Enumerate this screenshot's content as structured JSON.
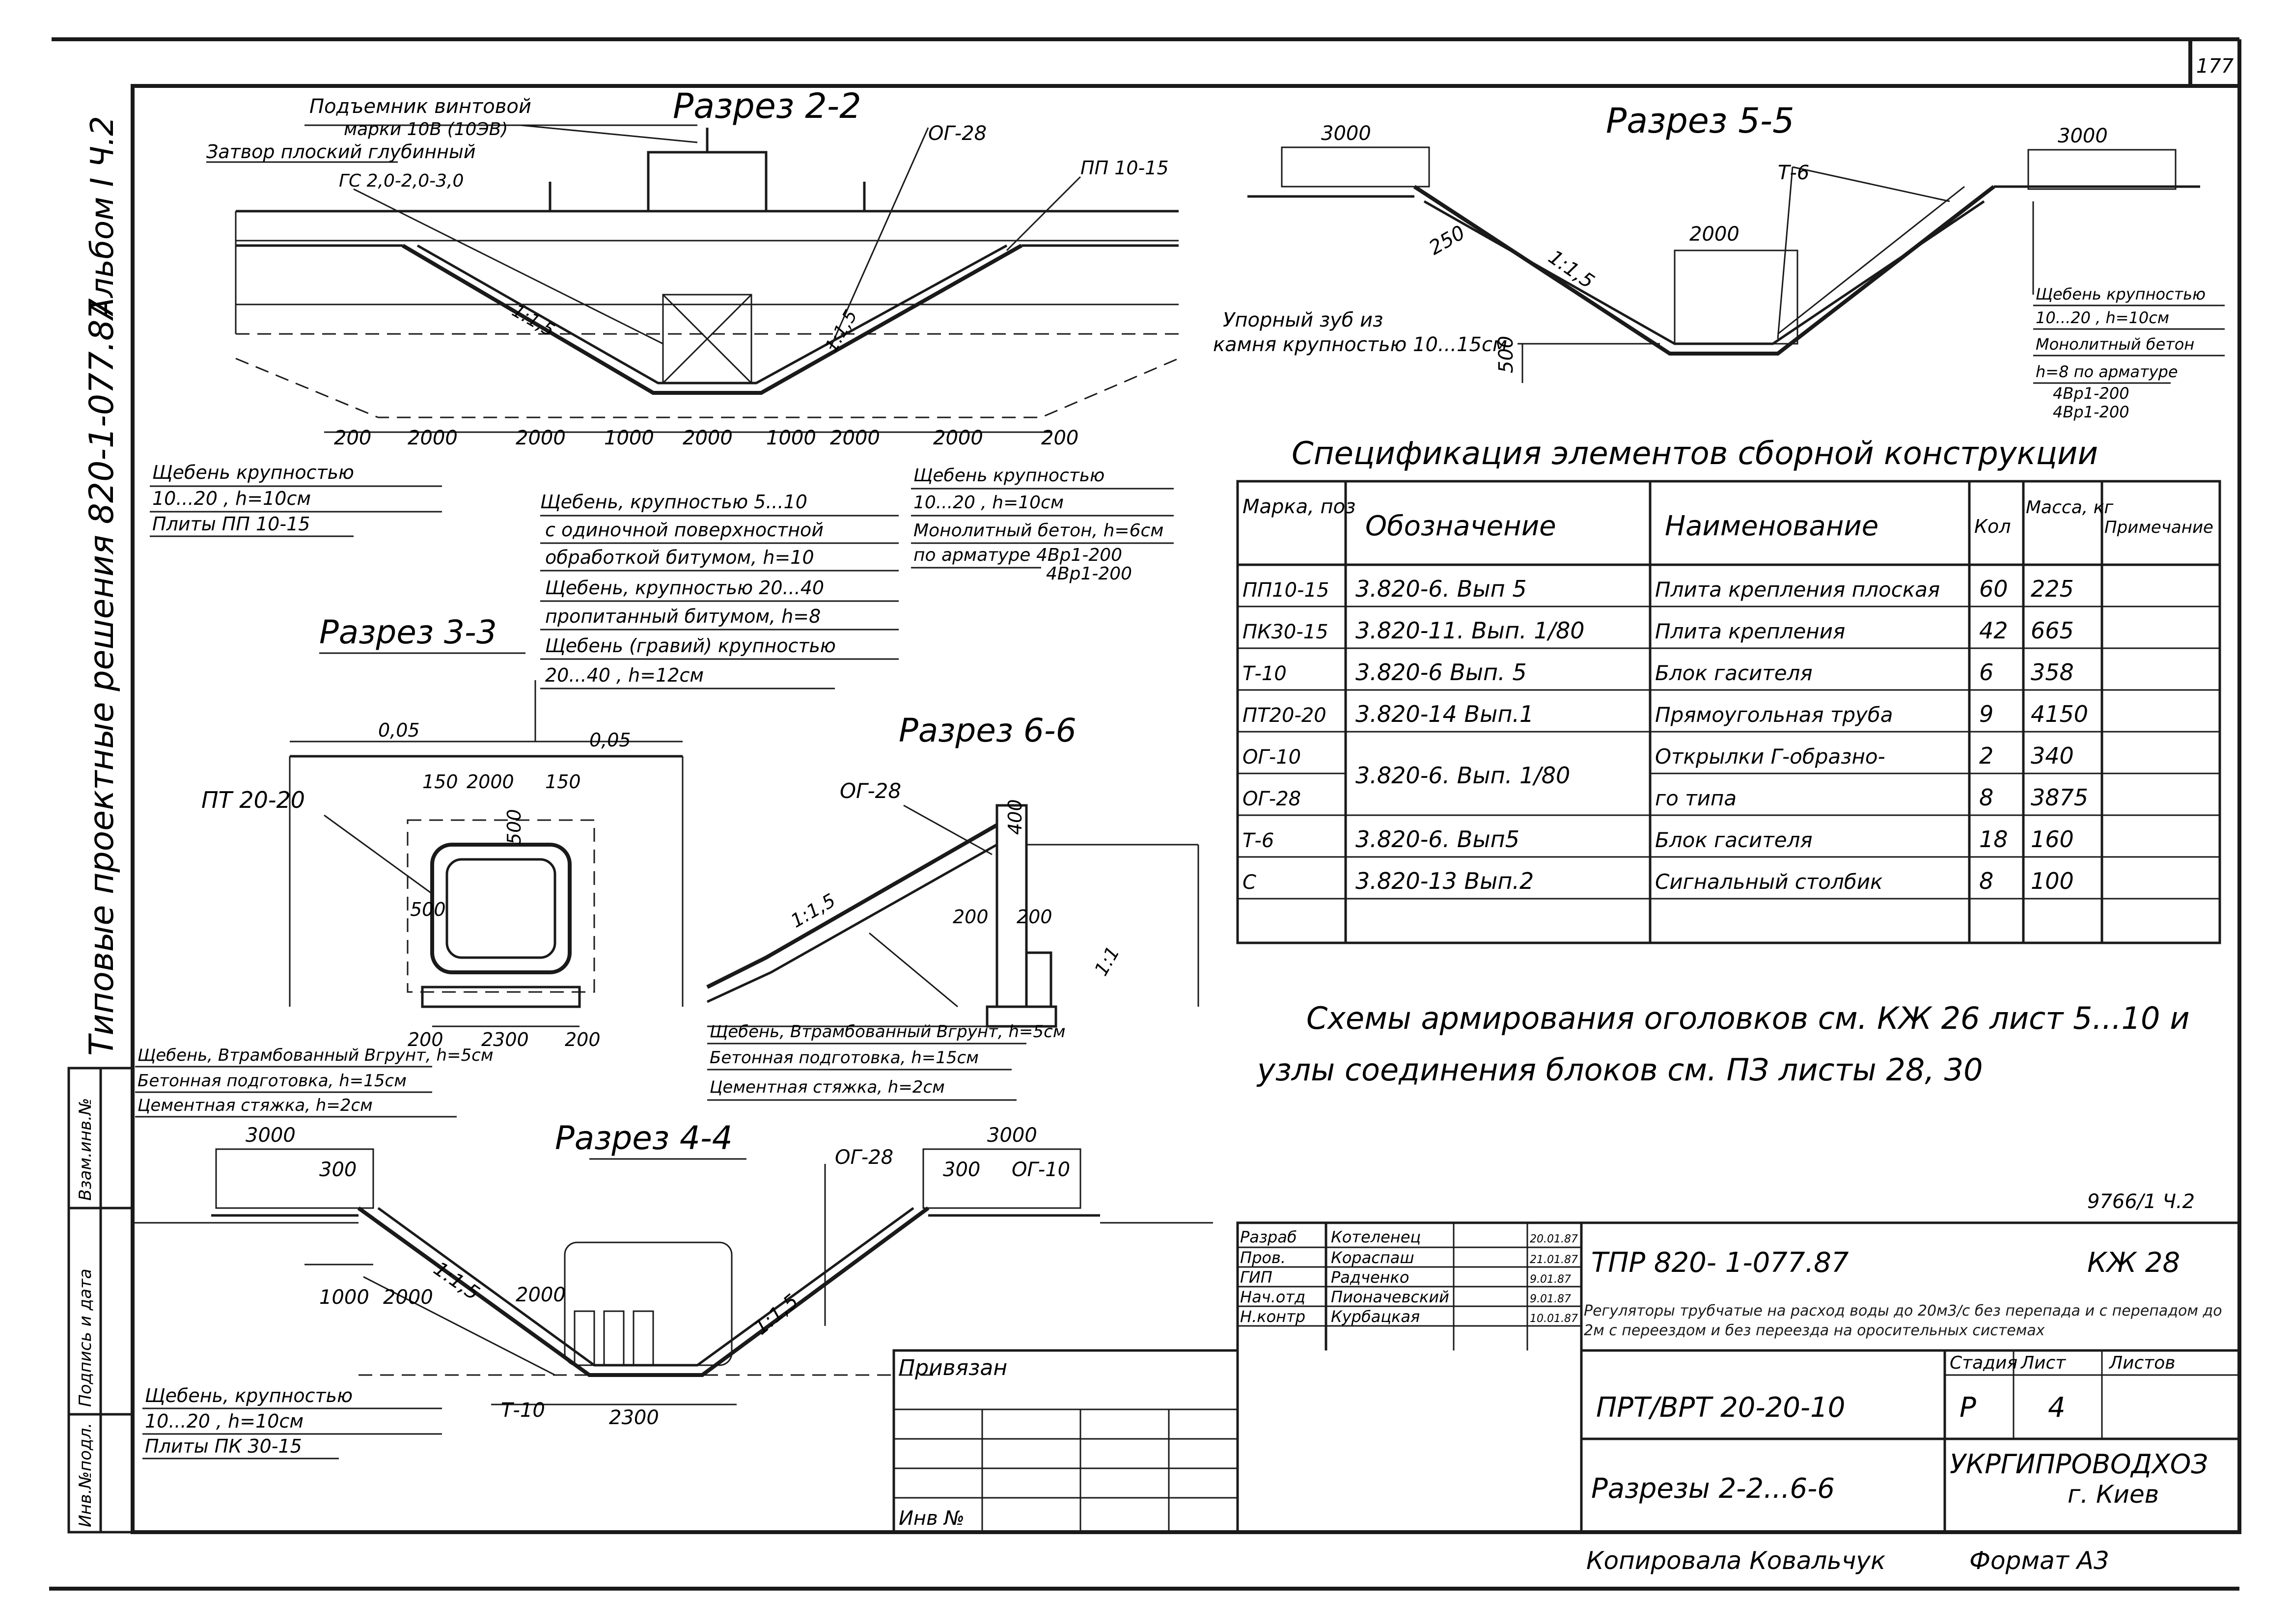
{
  "sheet": {
    "page_no": "177",
    "album": "Альбом I Ч.2",
    "series": "Типовые проектные решения 820-1-077.87",
    "ref_code": "9766/1 Ч.2",
    "copied_by": "Копировала Ковальчук",
    "format": "Формат А3"
  },
  "left_strip": [
    "Инв.№подл.",
    "Подпись и дата",
    "Взам.инв.№"
  ],
  "sections": {
    "s22": {
      "title": "Разрез 2-2",
      "callouts": [
        "Подъемник винтовой",
        "марки 10В (10ЭВ)",
        "Затвор плоский глубинный",
        "ГС 2,0-2,0-3,0",
        "ОГ-28",
        "ПП 10-15"
      ],
      "slopes": [
        "1:1,5",
        "1:1,5"
      ],
      "dims": [
        "200",
        "2000",
        "2000",
        "1000",
        "2000",
        "1000",
        "2000",
        "2000",
        "200"
      ],
      "legend_left": [
        "Щебень крупностью",
        "10...20     , h=10см",
        "Плиты ПП 10-15"
      ],
      "legend_mid": [
        "Щебень, крупностью 5...10",
        "с одиночной поверхностной",
        "обработкой битумом, h=10",
        "Щебень, крупностью 20...40",
        "пропитанный битумом, h=8",
        "Щебень (гравий) крупностью",
        "20...40     , h=12см"
      ],
      "legend_right": [
        "Щебень крупностью",
        "10...20     , h=10см",
        "Монолитный бетон, h=6см",
        "по арматуре",
        "4Bр1-200",
        "4Bр1-200"
      ]
    },
    "s33": {
      "title": "Разрез 3-3",
      "labels": [
        "ПТ 20-20",
        "0,05",
        "0,05",
        "150",
        "2000",
        "150",
        "500",
        "500",
        "200",
        "2300",
        "200"
      ],
      "legend": [
        "Щебень, Втрамбованный Вгрунт, h=5см",
        "Бетонная подготовка, h=15см",
        "Цементная стяжка, h=2см"
      ]
    },
    "s44": {
      "title": "Разрез 4-4",
      "labels": [
        "3000",
        "300",
        "3000",
        "300",
        "ОГ-28",
        "ОГ-10",
        "1:1,5",
        "2000",
        "1000",
        "2000",
        "1:1,5",
        "Т-10",
        "2300"
      ],
      "legend": [
        "Щебень, крупностью",
        "10...20     , h=10см",
        "Плиты ПК 30-15"
      ]
    },
    "s55": {
      "title": "Разрез 5-5",
      "labels": [
        "3000",
        "3000",
        "Т-6",
        "2000",
        "250",
        "1:1,5",
        "500",
        "Упорный зуб из",
        "камня крупностью 10...15см"
      ],
      "legend": [
        "Щебень крупностью",
        "10...20     , h=10см",
        "Монолитный бетон",
        "h=8 по арматуре",
        "4Bр1-200",
        "4Bр1-200"
      ]
    },
    "s66": {
      "title": "Разрез 6-6",
      "labels": [
        "ОГ-28",
        "400",
        "1:1,5",
        "200",
        "200",
        "1:1"
      ],
      "legend": [
        "Щебень, Втрамбованный Вгрунт, h=5см",
        "Бетонная подготовка, h=15см",
        "Цементная стяжка, h=2см"
      ]
    }
  },
  "spec": {
    "title": "Спецификация элементов сборной конструкции",
    "headers": [
      "Марка, поз",
      "Обозначение",
      "Наименование",
      "Кол",
      "Масса, кг",
      "Примечание"
    ],
    "rows": [
      [
        "ПП10-15",
        "3.820-6. Вып 5",
        "Плита крепления плоская",
        "60",
        "225",
        ""
      ],
      [
        "ПК30-15",
        "3.820-11. Вып. 1/80",
        "Плита крепления",
        "42",
        "665",
        ""
      ],
      [
        "Т-10",
        "3.820-6 Вып. 5",
        "Блок гасителя",
        "6",
        "358",
        ""
      ],
      [
        "ПТ20-20",
        "3.820-14 Вып.1",
        "Прямоугольная труба",
        "9",
        "4150",
        ""
      ],
      [
        "ОГ-10",
        "3.820-6. Вып. 1/80",
        "Открылки Г-образно-",
        "2",
        "340",
        ""
      ],
      [
        "ОГ-28",
        "",
        "го типа",
        "8",
        "3875",
        ""
      ],
      [
        "Т-6",
        "3.820-6. Вып5",
        "Блок гасителя",
        "18",
        "160",
        ""
      ],
      [
        "С",
        "3.820-13 Вып.2",
        "Сигнальный столбик",
        "8",
        "100",
        ""
      ],
      [
        "",
        "",
        "",
        "",
        "",
        ""
      ]
    ]
  },
  "notes": [
    "Схемы армирования оголовков см. КЖ 26 лист 5...10 и",
    "узлы соединения блоков см. ПЗ листы 28, 30"
  ],
  "title_block": {
    "roles": [
      [
        "Разраб",
        "Котеленец",
        "20.01.87"
      ],
      [
        "Пров.",
        "Кораспаш",
        "21.01.87"
      ],
      [
        "ГИП",
        "Радченко",
        "9.01.87"
      ],
      [
        "Нач.отд",
        "Пионачевский",
        "9.01.87"
      ],
      [
        "Н.контр",
        "Курбацкая",
        "10.01.87"
      ]
    ],
    "doc_code": "ТПР   820- 1-077.87",
    "sheet_code": "КЖ 28",
    "description": "Регуляторы трубчатые на расход воды до 20м3/с без перепада и с перепадом до 2м с переездом и без переезда на оросительных системах",
    "stage_h": "Стадия",
    "sheet_h": "Лист",
    "sheets_h": "Листов",
    "stage": "Р",
    "sheet": "4",
    "item_code": "ПРТ/ВРТ 20-20-10",
    "sheet_title": "Разрезы 2-2...6-6",
    "org": "УКРГИПРОВОДХОЗ",
    "city": "г. Киев",
    "bound": "Привязан",
    "inv": "Инв №"
  }
}
